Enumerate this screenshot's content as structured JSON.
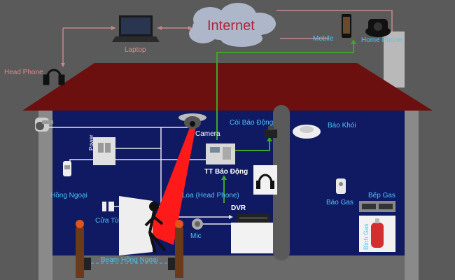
{
  "labels": {
    "internet": "Internet",
    "laptop": "Laptop",
    "head_phone_top": "Head Phone",
    "mobile": "Mobile",
    "home_phone": "Home Phone",
    "camera": "Camera",
    "coi_bao_dong": "Còi Báo Động",
    "bao_khoi": "Báo Khói",
    "power": "Power",
    "tt_bao_dong": "TT Báo Động",
    "hong_ngoai": "Hồng Ngoại",
    "loa": "Loa (Head Phone)",
    "bao_gas": "Báo Gas",
    "bep_gas": "Bếp Gas",
    "cua_tu": "Cửa Từ",
    "dvr": "DVR",
    "mic": "Mic",
    "binh_gas": "Bình Gas",
    "beam_hong_ngoai": "Beam Hồng Ngoại"
  },
  "colors": {
    "background": "#5a5a5a",
    "roof": "#6b0f0f",
    "wall": "#0f1a63",
    "cloud": "#aeb7c9",
    "internet_text": "#b0233a",
    "wire_white": "#e6e6e6",
    "wire_green": "#3fa52a",
    "wire_pink": "#c48a8a",
    "label_cyan": "#4fc3f7",
    "beam_red": "#ff1a1a"
  },
  "icons": [
    "laptop-icon",
    "headphone-icon",
    "mobile-icon",
    "telephone-icon",
    "dome-camera-icon",
    "cctv-camera-icon",
    "siren-icon",
    "smoke-detector-icon",
    "power-switch-icon",
    "alarm-panel-icon",
    "pir-sensor-icon",
    "gas-detector-icon",
    "gas-stove-icon",
    "door-sensor-icon",
    "dvr-icon",
    "microphone-icon",
    "gas-cylinder-icon",
    "beam-sensor-icon",
    "intruder-icon"
  ]
}
